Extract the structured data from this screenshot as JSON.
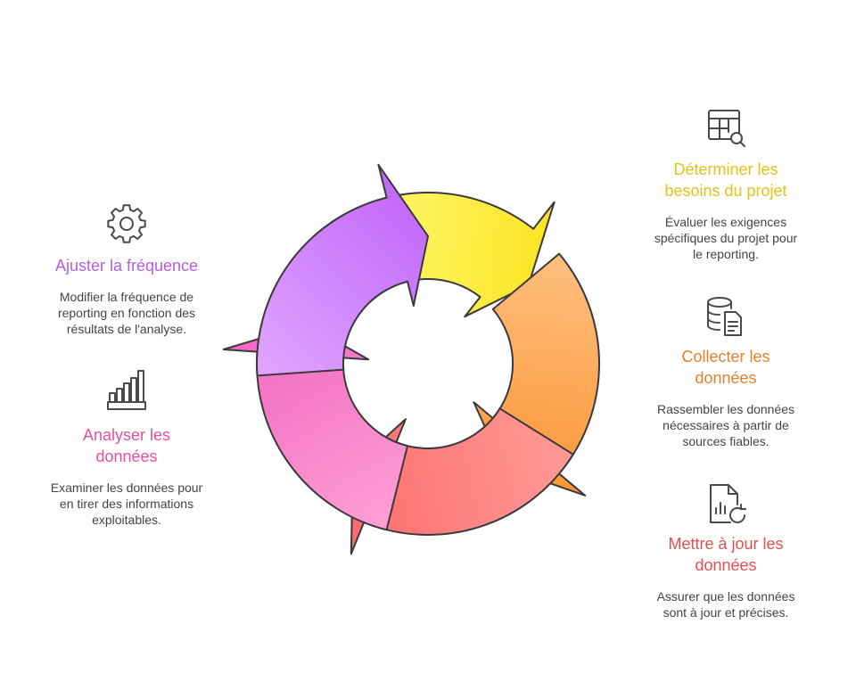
{
  "steps": [
    {
      "id": "determine",
      "title": "Déterminer les besoins du projet",
      "title_lines": [
        "Déterminer les",
        "besoins du projet"
      ],
      "description_lines": [
        "Évaluer les exigences",
        "spécifiques du projet pour",
        "le reporting."
      ],
      "color": "#e0c21a",
      "arrow_colors": [
        "#fffd8a",
        "#fbe31c"
      ],
      "icon": "table-search-icon"
    },
    {
      "id": "collect",
      "title": "Collecter les données",
      "title_lines": [
        "Collecter les",
        "données"
      ],
      "description_lines": [
        "Rassembler les données",
        "nécessaires à partir de",
        "sources fiables."
      ],
      "color": "#e0822d",
      "arrow_colors": [
        "#ffbf7f",
        "#fb9433"
      ],
      "icon": "database-document-icon"
    },
    {
      "id": "update",
      "title": "Mettre à jour les données",
      "title_lines": [
        "Mettre à jour les",
        "données"
      ],
      "description_lines": [
        "Assurer que les données",
        "sont à jour et précises."
      ],
      "color": "#e0504f",
      "arrow_colors": [
        "#ff9a96",
        "#fb6a6a"
      ],
      "icon": "file-chart-refresh-icon"
    },
    {
      "id": "analyze",
      "title": "Analyser les données",
      "title_lines": [
        "Analyser les",
        "données"
      ],
      "description_lines": [
        "Examiner les données pour",
        "en tirer des informations",
        "exploitables."
      ],
      "color": "#e5519e",
      "arrow_colors": [
        "#ffa0d4",
        "#f065c2"
      ],
      "icon": "bar-chart-icon"
    },
    {
      "id": "adjust",
      "title": "Ajuster la fréquence",
      "title_lines": [
        "Ajuster la fréquence"
      ],
      "description_lines": [
        "Modifier la fréquence de",
        "reporting en fonction des",
        "résultats de l'analyse."
      ],
      "color": "#b45ee0",
      "arrow_colors": [
        "#e0a6ff",
        "#c065f8"
      ],
      "icon": "gear-icon"
    }
  ]
}
